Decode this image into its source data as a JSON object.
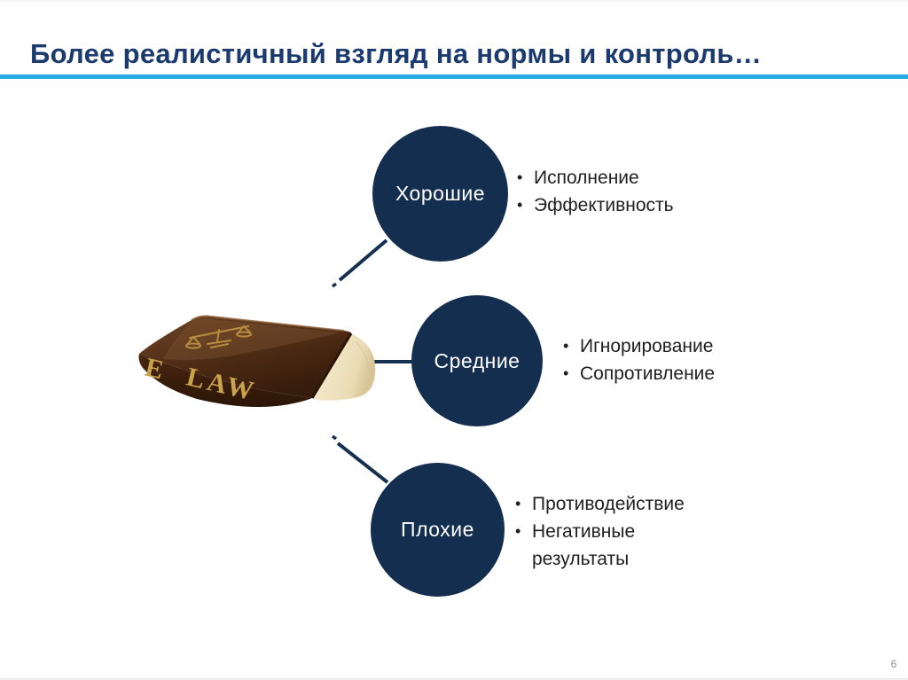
{
  "slide": {
    "title": "Более реалистичный взгляд на нормы и контроль…",
    "page_number": "6"
  },
  "colors": {
    "title_text": "#1b3a6e",
    "accent_line": "#29abe2",
    "circle_fill": "#132e4f",
    "connector_line": "#16314f",
    "body_text": "#1f1f1f",
    "page_number": "#8f8f8f",
    "book_cover_brown": "#4e2b14",
    "book_pages_cream": "#f2e7c8",
    "book_gold_lettering": "#c9a24c"
  },
  "diagram": {
    "bullet_glyph": "•",
    "book": {
      "spine_text_e": "E",
      "spine_text_law": "LAW",
      "emblem_icon": "scales-of-justice-icon"
    },
    "groups": [
      {
        "label": "Хорошие",
        "items": [
          "Исполнение",
          "Эффективность"
        ]
      },
      {
        "label": "Средние",
        "items": [
          "Игнорирование",
          "Сопротивление"
        ]
      },
      {
        "label": "Плохие",
        "items": [
          "Противодействие",
          "Негативные результаты"
        ]
      }
    ]
  }
}
